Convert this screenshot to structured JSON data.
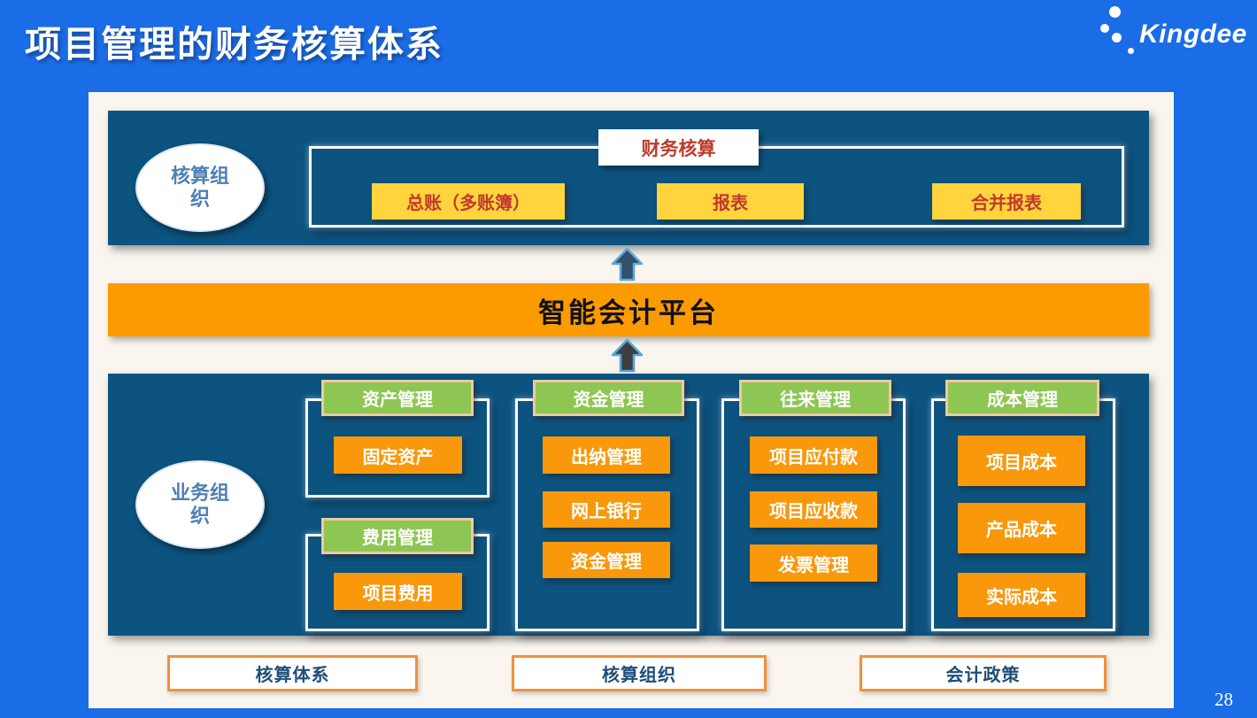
{
  "page": {
    "title": "项目管理的财务核算体系",
    "brand": "Kingdee",
    "page_number": "28"
  },
  "colors": {
    "background_blue": "#1b6ce7",
    "panel_cream": "#faf6ef",
    "section_dark_blue": "#0d5380",
    "banner_orange": "#fb9b00",
    "item_orange": "#f8980a",
    "item_yellow": "#ffd43d",
    "header_green": "#8dc653",
    "header_green_border": "#efc9a2",
    "yellow_text_red": "#c0392b",
    "footer_border_orange": "#f0913b",
    "footer_text_blue": "#1f4e79"
  },
  "accounting_section": {
    "org_label": "核算组织",
    "header_label": "财务核算",
    "items": [
      "总账（多账簿）",
      "报表",
      "合并报表"
    ]
  },
  "platform": {
    "label": "智能会计平台"
  },
  "business_section": {
    "org_label": "业务组织",
    "columns": [
      {
        "groups": [
          {
            "header": "资产管理",
            "items": [
              "固定资产"
            ]
          },
          {
            "header": "费用管理",
            "items": [
              "项目费用"
            ]
          }
        ]
      },
      {
        "header": "资金管理",
        "items": [
          "出纳管理",
          "网上银行",
          "资金管理"
        ]
      },
      {
        "header": "往来管理",
        "items": [
          "项目应付款",
          "项目应收款",
          "发票管理"
        ]
      },
      {
        "header": "成本管理",
        "items": [
          "项目成本",
          "产品成本",
          "实际成本"
        ]
      }
    ]
  },
  "footer": {
    "boxes": [
      "核算体系",
      "核算组织",
      "会计政策"
    ]
  }
}
